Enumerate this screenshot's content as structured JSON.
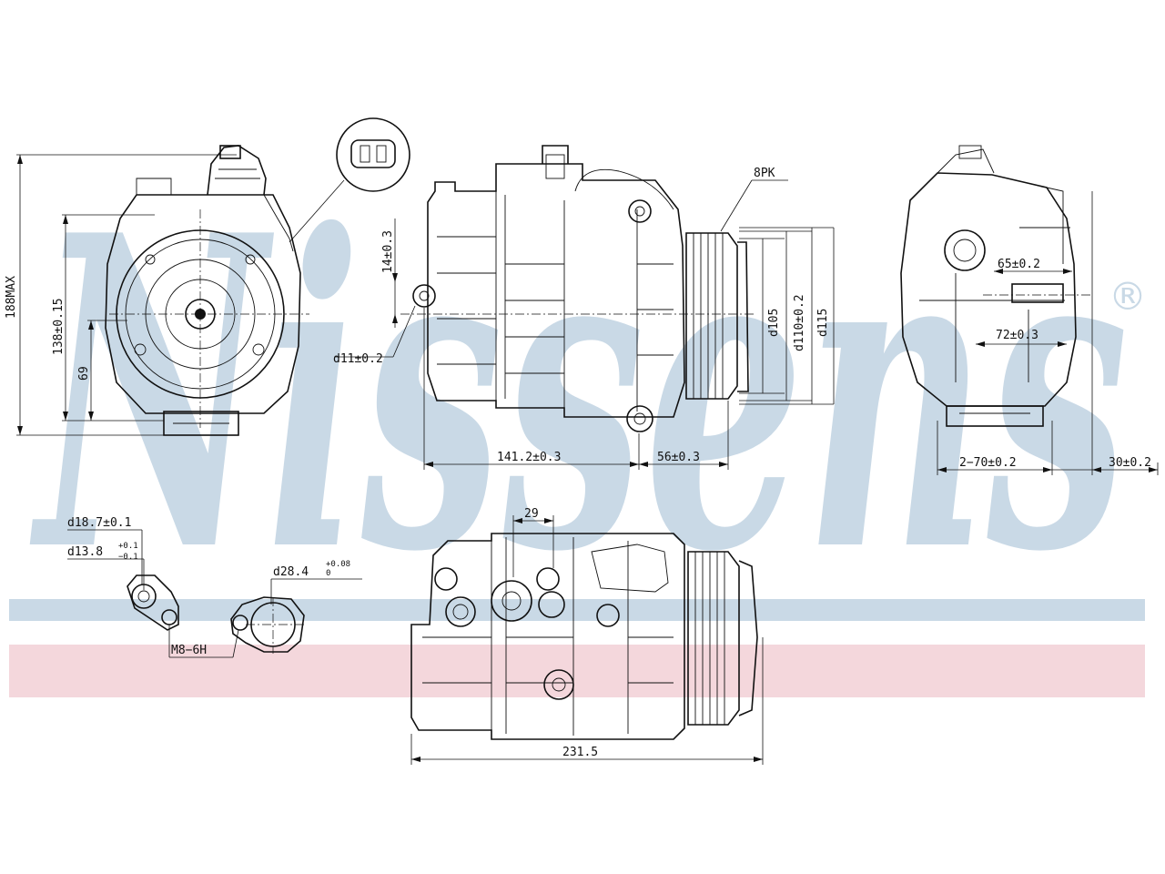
{
  "brand": {
    "watermark": "Nissens",
    "registered": "®",
    "stripe_blue": "#c9d9e6",
    "stripe_pink": "#f4d7dc",
    "watermark_color": "#c9d9e6"
  },
  "labels": {
    "belt": "8PK",
    "connector_pitch": "14±0.3",
    "overall_height": "188MAX",
    "height_mount": "138±0.15",
    "height_center": "69",
    "bolt_hole": "d11±0.2",
    "body_length": "141.2±0.3",
    "pulley_offset": "56±0.3",
    "pulley_d1": "d105",
    "pulley_d2": "d110±0.2",
    "pulley_d3": "d115",
    "side_65": "65±0.2",
    "side_72": "72±0.3",
    "side_2x70": "2−70±0.2",
    "side_30": "30±0.2",
    "port_29": "29",
    "overall_length": "231.5",
    "port_d187": "d18.7±0.1",
    "port_d138": "d13.8",
    "tol_plus": "+0.1",
    "tol_minus": "−0.1",
    "port_d28": "d28.4",
    "tol_d28_plus": "+0.08",
    "tol_d28_zero": "0",
    "thread": "M8−6H"
  }
}
